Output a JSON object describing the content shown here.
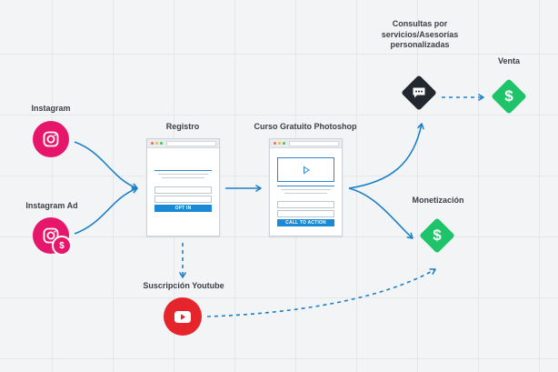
{
  "nodes": {
    "instagram": {
      "label": "Instagram"
    },
    "instagram_ad": {
      "label": "Instagram Ad"
    },
    "registro": {
      "label": "Registro",
      "button": "OPT IN"
    },
    "curso": {
      "label": "Curso Gratuito Photoshop",
      "button": "CALL TO ACTION"
    },
    "consultas": {
      "label_lines": [
        "Consultas por",
        "servicios/Asesorías",
        "personalizadas"
      ]
    },
    "venta": {
      "label": "Venta"
    },
    "monetizacion": {
      "label": "Monetización"
    },
    "youtube": {
      "label": "Suscripción Youtube"
    }
  },
  "colors": {
    "instagram": "#e6176b",
    "youtube": "#e6242b",
    "money": "#1fc46a",
    "chat": "#23272f",
    "arrow": "#1c80c8"
  },
  "icons": {
    "instagram": "instagram-icon",
    "youtube": "youtube-play-icon",
    "money": "dollar-icon",
    "chat": "chat-bubble-icon"
  }
}
